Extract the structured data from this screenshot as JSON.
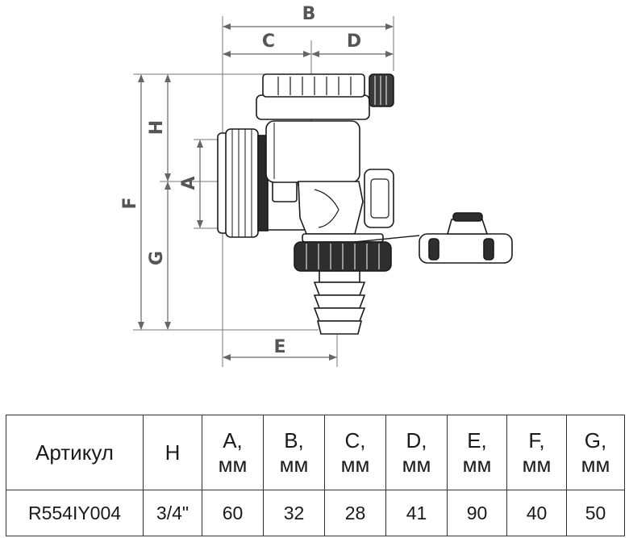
{
  "dimension_labels": {
    "A": "A",
    "B": "B",
    "C": "C",
    "D": "D",
    "E": "E",
    "F": "F",
    "G": "G",
    "H": "H"
  },
  "table": {
    "headers": [
      {
        "label": "Артикул",
        "unit": ""
      },
      {
        "label": "H",
        "unit": ""
      },
      {
        "label": "A,",
        "unit": "мм"
      },
      {
        "label": "B,",
        "unit": "мм"
      },
      {
        "label": "C,",
        "unit": "мм"
      },
      {
        "label": "D,",
        "unit": "мм"
      },
      {
        "label": "E,",
        "unit": "мм"
      },
      {
        "label": "F,",
        "unit": "мм"
      },
      {
        "label": "G,",
        "unit": "мм"
      }
    ],
    "rows": [
      [
        "R554IY004",
        "3/4\"",
        "60",
        "32",
        "28",
        "41",
        "90",
        "40",
        "50"
      ]
    ]
  }
}
